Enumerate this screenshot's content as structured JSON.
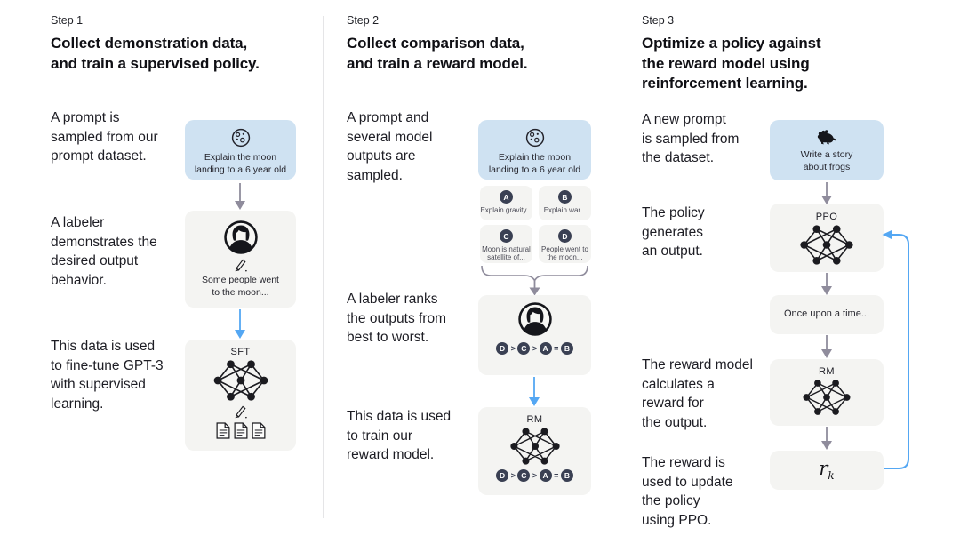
{
  "palette": {
    "prompt_box_blue": "#cfe2f2",
    "model_box_gray": "#f4f4f2",
    "badge_navy": "#3a4053",
    "arrow_gray": "#8f8c9c",
    "arrow_blue": "#54a7f3",
    "text_dark": "#1d1d24",
    "divider_gray": "#e5e5e7"
  },
  "icons": {
    "step1_prompt": "moon-icon",
    "step2_prompt": "moon-icon",
    "step3_prompt": "frog-icon",
    "labeler": "person-avatar-icon",
    "annotation": "pencil-icon",
    "model": "neural-network-icon",
    "training_docs": "documents-icon",
    "flow": "arrow-down-icon",
    "grouping": "curly-brace-icon",
    "feedback": "loop-arrow-icon"
  },
  "step1": {
    "step_label": "Step 1",
    "heading": "Collect demonstration data,\nand train a supervised policy.",
    "body_prompt": "A prompt is\nsampled from our\nprompt dataset.",
    "body_labeler": "A labeler\ndemonstrates the\ndesired output\nbehavior.",
    "body_training": "This data is used\nto fine-tune GPT-3\nwith supervised\nlearning.",
    "prompt_box_caption": "Explain the moon\nlanding to a 6 year old",
    "labeler_box_caption": "Some people went\nto the moon...",
    "model_label": "SFT"
  },
  "step2": {
    "step_label": "Step 2",
    "heading": "Collect comparison data,\nand train a reward model.",
    "body_prompt": "A prompt and\nseveral model\noutputs are\nsampled.",
    "body_labeler": "A labeler ranks\nthe outputs from\nbest to worst.",
    "body_training": "This data is used\nto train our\nreward model.",
    "prompt_box_caption": "Explain the moon\nlanding to a 6 year old",
    "options": [
      {
        "letter": "A",
        "text": "Explain gravity..."
      },
      {
        "letter": "B",
        "text": "Explain war..."
      },
      {
        "letter": "C",
        "text": "Moon is natural\nsatellite of..."
      },
      {
        "letter": "D",
        "text": "People went to\nthe moon..."
      }
    ],
    "ranking": [
      "D",
      ">",
      "C",
      ">",
      "A",
      "=",
      "B"
    ],
    "model_label": "RM"
  },
  "step3": {
    "step_label": "Step 3",
    "heading": "Optimize a policy against\nthe reward model using\nreinforcement learning.",
    "body_prompt": "A new prompt\nis sampled from\nthe dataset.",
    "body_policy": "The policy\ngenerates\nan output.",
    "body_reward_model": "The reward model\ncalculates a\nreward for\nthe output.",
    "body_reward_update": "The reward is\nused to update\nthe policy\nusing PPO.",
    "prompt_box_caption": "Write a story\nabout frogs",
    "policy_label": "PPO",
    "output_box_caption": "Once upon a time...",
    "model_label": "RM",
    "reward_base": "r",
    "reward_subscript": "k"
  }
}
